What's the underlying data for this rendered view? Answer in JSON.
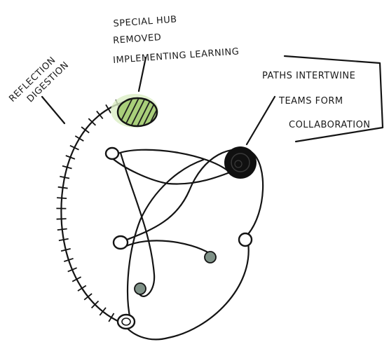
{
  "annotations": {
    "reflection": [
      "REFLECTION",
      "DIGESTION"
    ],
    "hub": [
      "SPECIAL HUB",
      "REMOVED",
      "IMPLEMENTING LEARNING"
    ],
    "paths": [
      "PATHS INTERTWINE",
      "TEAMS FORM",
      "COLLABORATION"
    ]
  },
  "colors": {
    "ink": "#141414",
    "hub_fill": "#a9cf7a",
    "dot_fill": "#7f9187",
    "dark_hub": "#101010"
  },
  "icons": [
    "hatched-hub-icon",
    "dark-hub-icon",
    "node-icon",
    "filled-dot-icon"
  ]
}
